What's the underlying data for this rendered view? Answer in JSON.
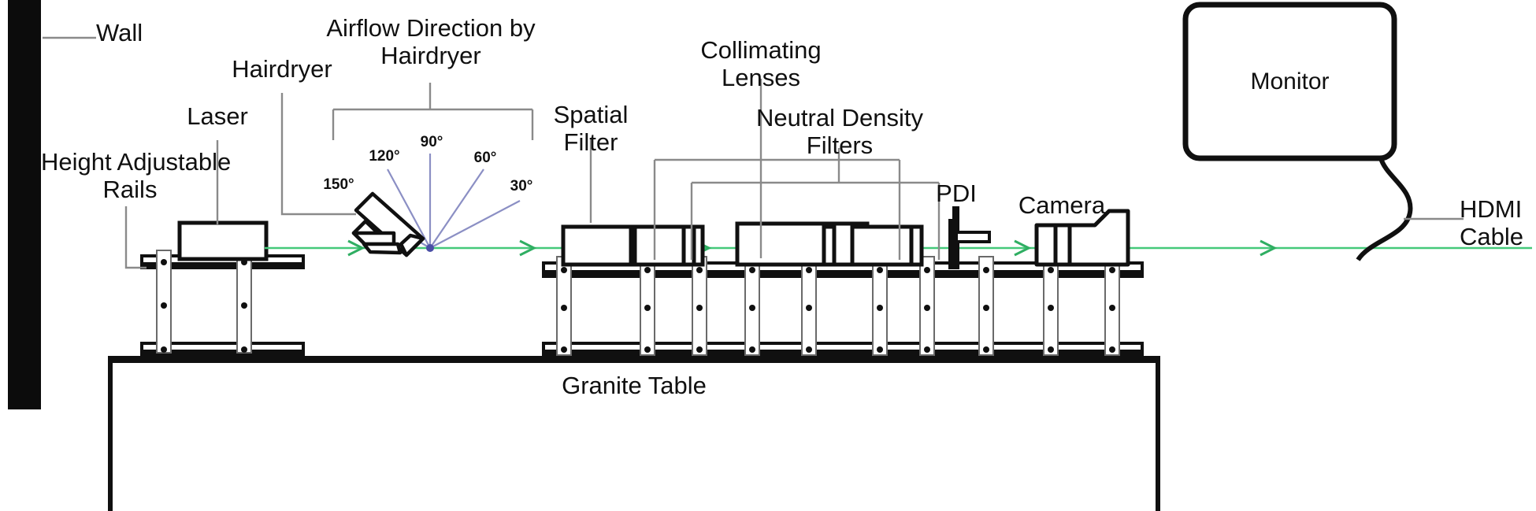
{
  "diagram": {
    "title": "Optical bench experimental setup schematic",
    "background_color": "#ffffff",
    "beam_color": "#45c97a",
    "angle_ray_color": "#8b8fc4",
    "leader_color": "#8a8a8a",
    "ink_color": "#101010"
  },
  "labels": {
    "wall": "Wall",
    "height_adjustable_rails": "Height Adjustable\nRails",
    "laser": "Laser",
    "hairdryer": "Hairdryer",
    "airflow_direction": "Airflow Direction by\nHairdryer",
    "spatial_filter": "Spatial\nFilter",
    "collimating_lenses": "Collimating\nLenses",
    "neutral_density_filters": "Neutral Density\nFilters",
    "pdi": "PDI",
    "camera": "Camera",
    "monitor": "Monitor",
    "hdmi_cable": "HDMI\nCable",
    "granite_table": "Granite Table"
  },
  "angles": [
    {
      "value": "150°",
      "degrees": 150
    },
    {
      "value": "120°",
      "degrees": 120
    },
    {
      "value": "90°",
      "degrees": 90
    },
    {
      "value": "60°",
      "degrees": 60
    },
    {
      "value": "30°",
      "degrees": 30
    }
  ],
  "components": [
    {
      "name": "wall",
      "type": "vertical-black-slab"
    },
    {
      "name": "laser",
      "type": "box-on-rail"
    },
    {
      "name": "hairdryer",
      "type": "tilted-hairdryer"
    },
    {
      "name": "spatial-filter",
      "type": "box-pair"
    },
    {
      "name": "collimating-lens",
      "type": "thin-plate"
    },
    {
      "name": "neutral-density-filter",
      "type": "thin-plate"
    },
    {
      "name": "pdi",
      "type": "t-shaped-mount"
    },
    {
      "name": "camera",
      "type": "camera-body"
    },
    {
      "name": "monitor",
      "type": "rounded-screen"
    },
    {
      "name": "granite-table",
      "type": "baseline-slab"
    }
  ]
}
